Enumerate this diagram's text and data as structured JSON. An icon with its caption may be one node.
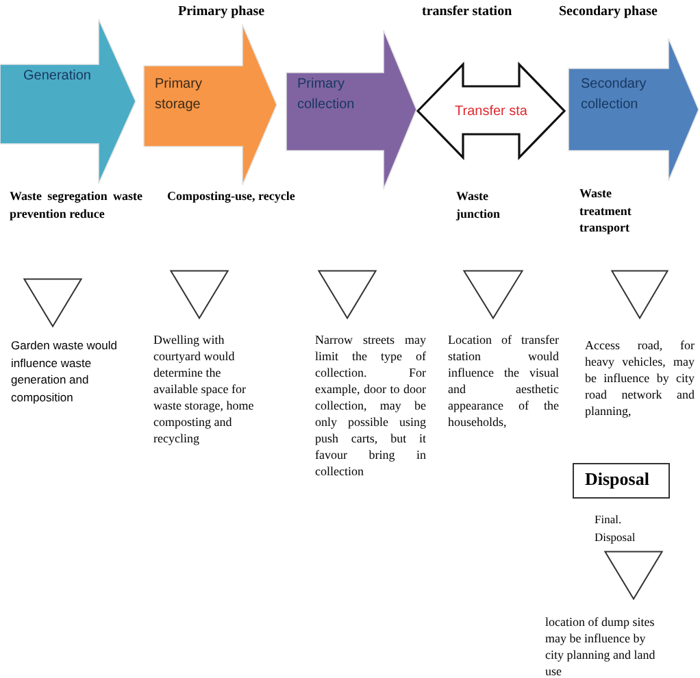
{
  "diagram": {
    "nodes": [
      {
        "text": [
          "Generation"
        ],
        "beside": [
          "Waste segregation waste prevention reduce"
        ]
      },
      {
        "text": [
          "Primary storage"
        ],
        "beside": [
          "Composting-use, recycle"
        ]
      },
      {
        "text": [
          "Primary collection"
        ]
      },
      {
        "text": [
          "Transfer sta"
        ],
        "beside": [
          "Waste junction"
        ]
      },
      {
        "text": [
          "Secondary collection"
        ],
        "beside": [
          "Waste treatment transport"
        ]
      },
      {
        "text": [],
        "shape": "triangle",
        "beside": [
          "Garden waste would influence waste generation and composition"
        ]
      },
      {
        "text": [],
        "shape": "triangle",
        "beside": [
          "Dwelling with courtyard would determine the available space for waste storage, home composting and recycling"
        ]
      },
      {
        "text": [],
        "shape": "triangle",
        "beside": [
          "Narrow streets may limit the type of collection. For example, door to door collection, may be only possible using push carts, but it favour bring in collection"
        ]
      },
      {
        "text": [],
        "shape": "triangle",
        "beside": [
          "Location of transfer station would influence the visual and aesthetic appearance of the households,"
        ]
      },
      {
        "text": [],
        "shape": "triangle",
        "beside": [
          "Access road, for heavy vehicles, may be influence by city road network and planning,"
        ]
      },
      {
        "text": [
          "Disposal"
        ]
      },
      {
        "text": [],
        "shape": "triangle",
        "beside": [
          "location of dump sites may be influence by city planning and land use"
        ]
      }
    ],
    "labels": [
      "Primary phase",
      "transfer station",
      "Secondary phase",
      "Final. Disposal"
    ]
  }
}
